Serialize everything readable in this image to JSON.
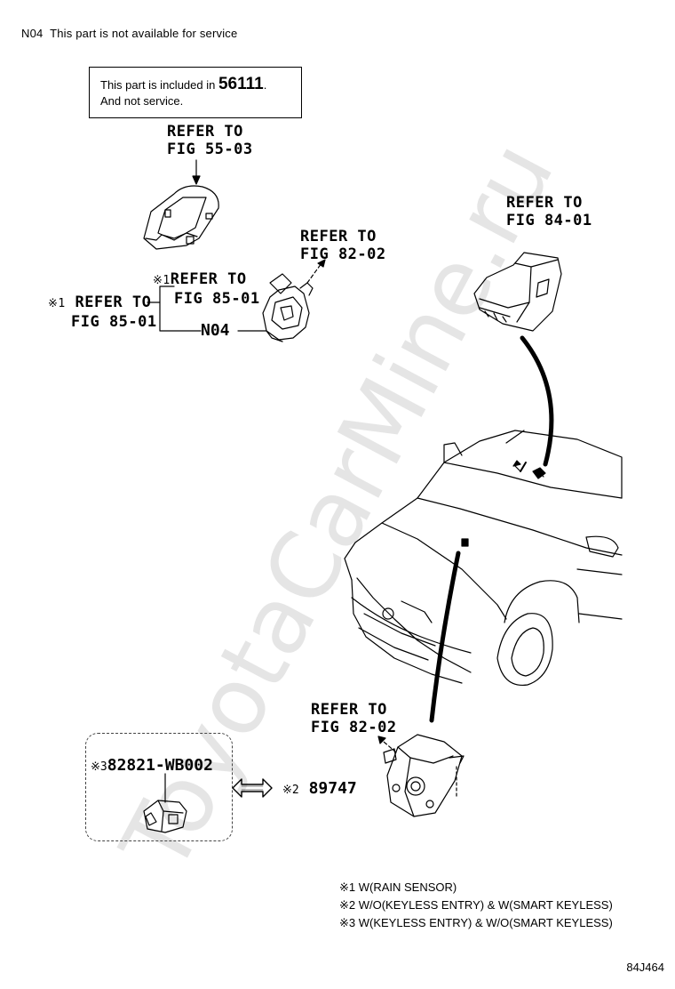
{
  "header": {
    "code": "N04",
    "text": "This part is not available for service"
  },
  "note_box": {
    "line1": "This part is included in",
    "part_number": "56111",
    "period": ".",
    "line2": "And not service."
  },
  "refs": {
    "fig_55_03": [
      "REFER TO",
      "FIG 55-03"
    ],
    "fig_82_02_top": [
      "REFER TO",
      "FIG 82-02"
    ],
    "fig_85_01_inner": [
      "※1",
      "REFER TO",
      "FIG 85-01"
    ],
    "fig_85_01_outer": [
      "※1",
      "REFER TO",
      "FIG 85-01"
    ],
    "fig_84_01": [
      "REFER TO",
      "FIG 84-01"
    ],
    "fig_82_02_bottom": [
      "REFER TO",
      "FIG 82-02"
    ]
  },
  "parts": {
    "n04": "N04",
    "p89747": {
      "mark": "※2",
      "number": "89747"
    },
    "p82821": {
      "mark": "※3",
      "number": "82821-WB002"
    }
  },
  "legend": [
    "※1 W(RAIN SENSOR)",
    "※2 W/O(KEYLESS ENTRY) & W(SMART KEYLESS)",
    "※3 W(KEYLESS ENTRY) & W/O(SMART KEYLESS)"
  ],
  "figure_id": "84J464",
  "watermark": "ToyotaCarMine.ru",
  "icons": [
    "key-cover-icon",
    "smart-key-icon",
    "battery-icon",
    "rain-sensor-icon",
    "car-icon",
    "keyless-receiver-icon",
    "connector-icon",
    "double-arrow-icon"
  ]
}
